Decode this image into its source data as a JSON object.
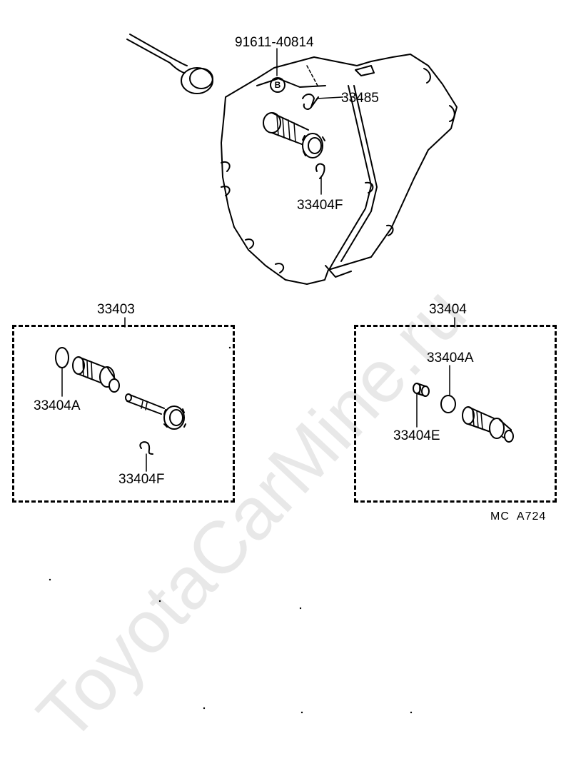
{
  "watermark": "ToyotaCarMine.ru",
  "callouts": {
    "bolt": "91611-40814",
    "clip_top": "33485",
    "retainer_top": "33404F",
    "kit_left": "33403",
    "kit_right": "33404",
    "oring_left": "33404A",
    "retainer_left": "33404F",
    "oring_right": "33404A",
    "plug_right": "33404E"
  },
  "location_mark": "B",
  "diagram_code": "MC  A724"
}
